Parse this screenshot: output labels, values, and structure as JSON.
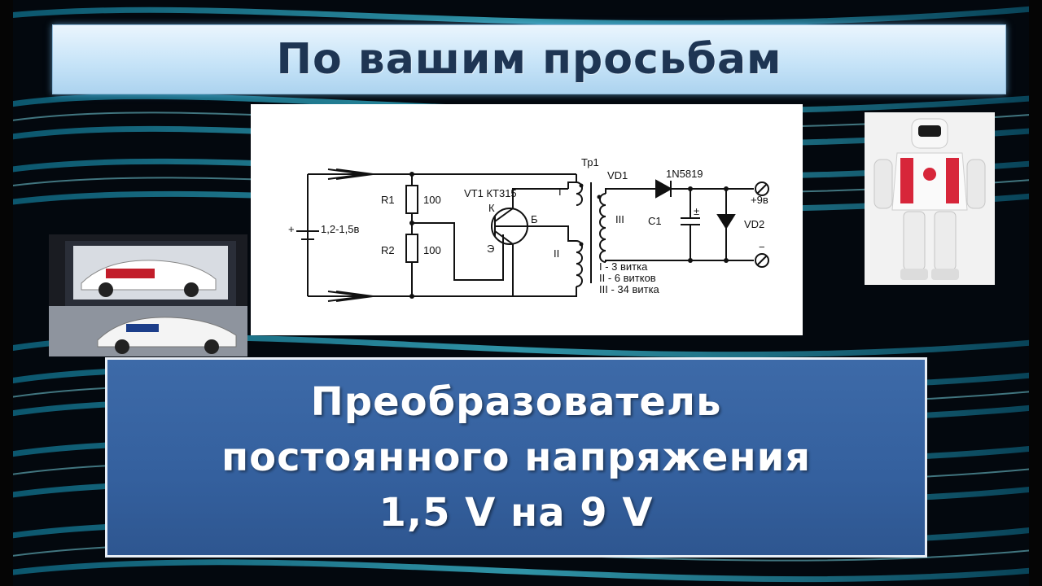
{
  "banner": {
    "title": "По вашим просьбам"
  },
  "schematic": {
    "labels": {
      "transformer": "Тр1",
      "vd1": "VD1",
      "diode_model": "1N5819",
      "r1": "R1",
      "r1_value": "100",
      "r2": "R2",
      "r2_value": "100",
      "transistor": "VT1 КТ315",
      "collector": "К",
      "base": "Б",
      "emitter": "Э",
      "battery": "1,2-1,5в",
      "winding_1": "I",
      "winding_2": "II",
      "winding_3": "III",
      "c1": "C1",
      "c1_polarity": "±",
      "vd2": "VD2",
      "out_plus": "+9в",
      "out_minus": "−",
      "legend_1": "I - 3 витка",
      "legend_2": "II - 6 витков",
      "legend_3": "III - 34 витка"
    }
  },
  "panel": {
    "line1": "Преобразователь",
    "line2": "постоянного напряжения",
    "line3": "1,5 V на 9 V"
  },
  "colors": {
    "banner_text": "#1e3553",
    "panel_bg": "#34609e",
    "panel_text": "#ffffff"
  }
}
